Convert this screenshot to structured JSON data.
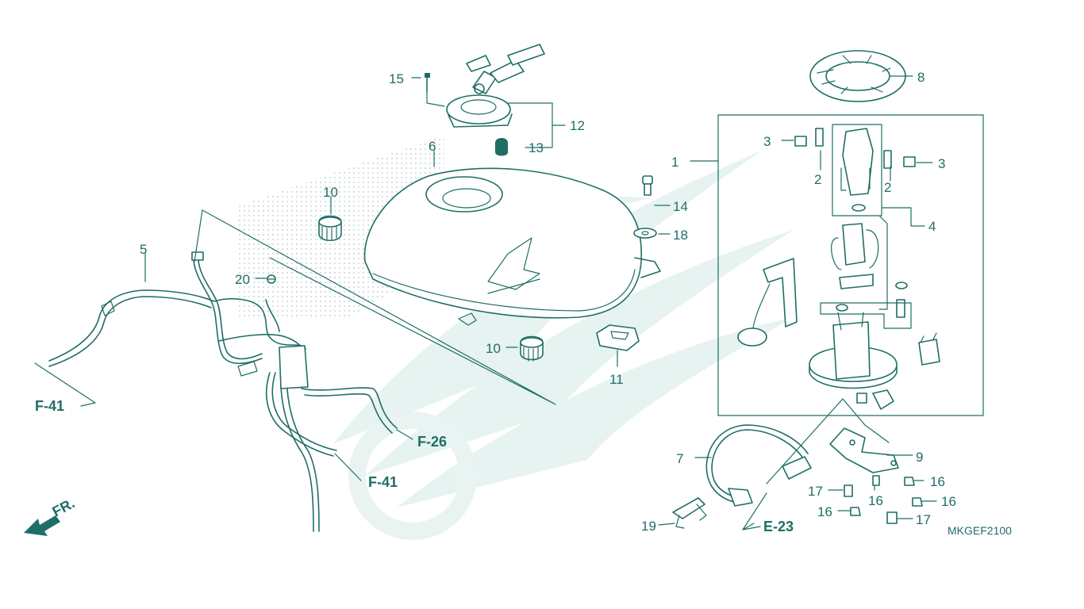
{
  "diagram": {
    "code": "MKGEF2100",
    "direction_label": "FR.",
    "references": [
      "F-41",
      "F-26",
      "F-41",
      "E-23"
    ],
    "callouts": [
      "1",
      "2",
      "2",
      "3",
      "3",
      "4",
      "5",
      "6",
      "7",
      "8",
      "9",
      "10",
      "10",
      "11",
      "12",
      "13",
      "14",
      "15",
      "16",
      "16",
      "16",
      "16",
      "17",
      "17",
      "18",
      "19",
      "20"
    ]
  },
  "colors": {
    "line": "#1f6e66",
    "watermark": "#e6f3f1",
    "dots": "#c8d5d3"
  }
}
